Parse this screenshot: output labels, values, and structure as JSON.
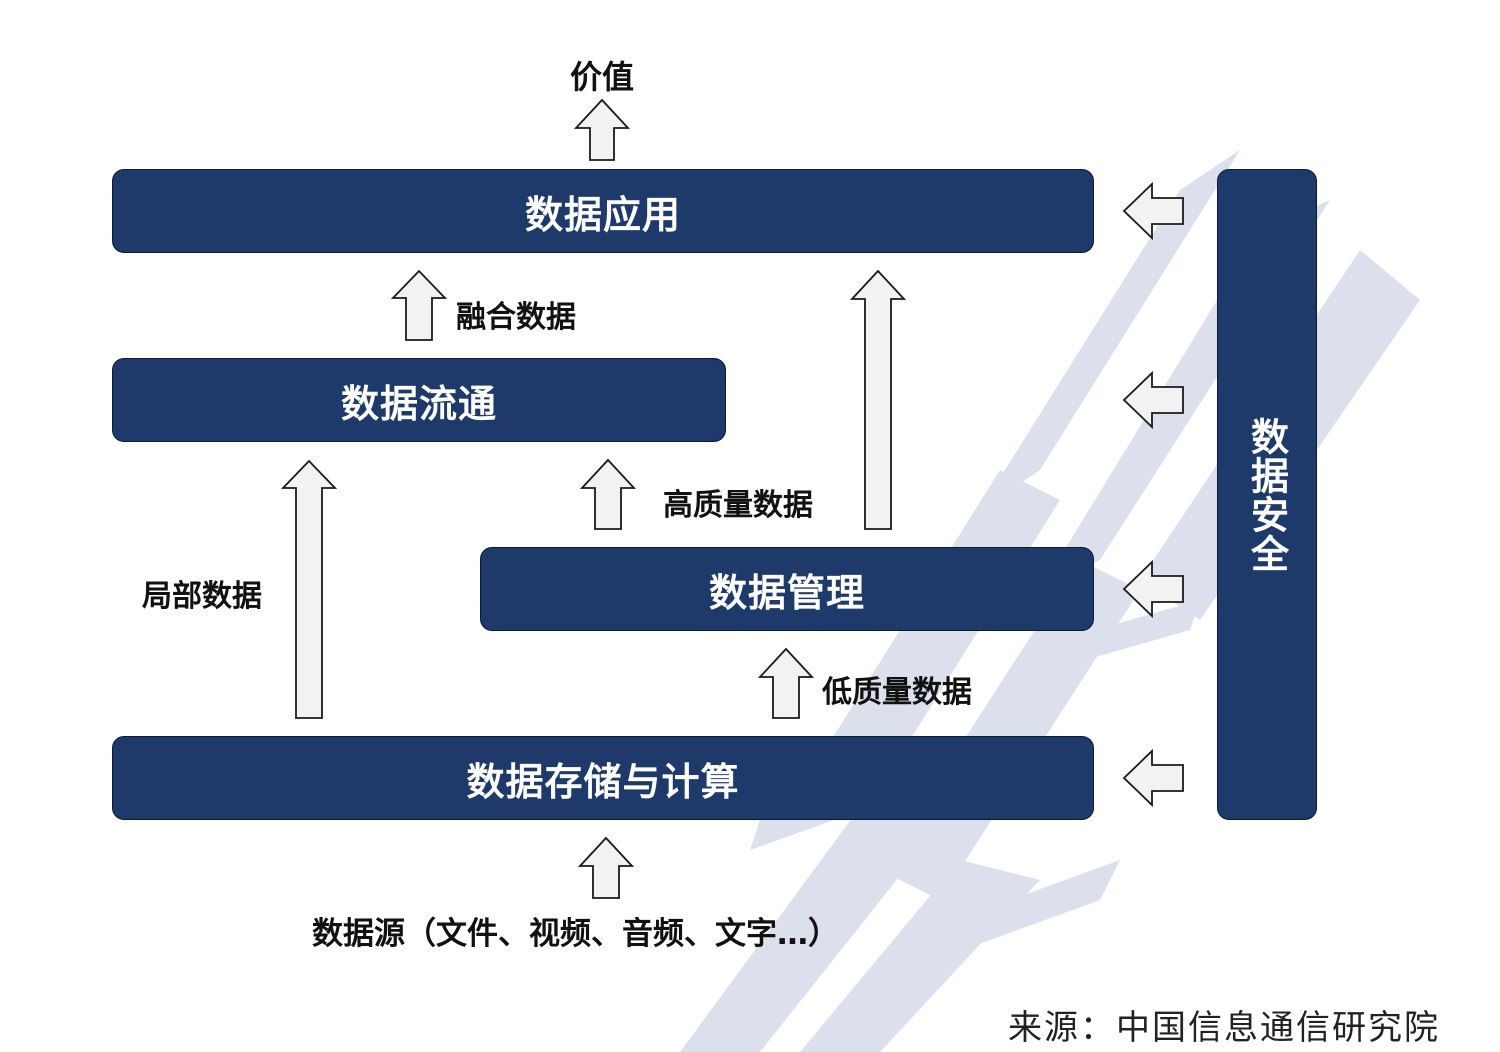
{
  "value_label": "价值",
  "blocks": {
    "application": "数据应用",
    "circulation": "数据流通",
    "management": "数据管理",
    "storage_compute": "数据存储与计算",
    "security": "数据安全"
  },
  "flow_labels": {
    "fused_data": "融合数据",
    "high_quality_data": "高质量数据",
    "local_data": "局部数据",
    "low_quality_data": "低质量数据"
  },
  "data_source": "数据源（文件、视频、音频、文字…）",
  "credit": "来源：中国信息通信研究院",
  "colors": {
    "block_fill": "#1e3a6b",
    "block_text": "#ffffff",
    "arrow_fill": "#f2f2f2",
    "arrow_stroke": "#1a1a1a",
    "watermark": "#cfd6e6"
  }
}
